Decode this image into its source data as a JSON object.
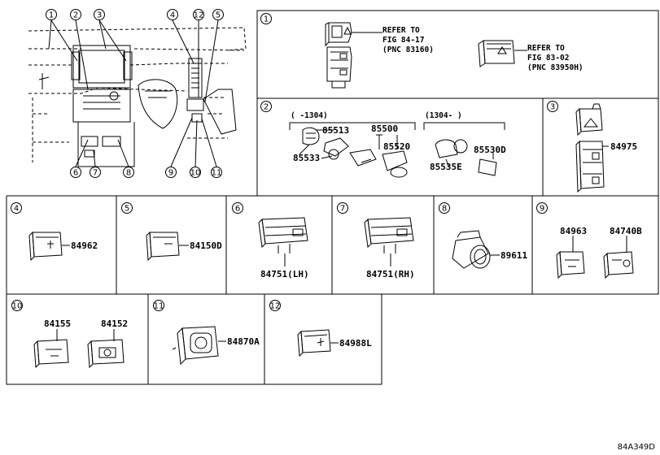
{
  "diagram_id": "84A349D",
  "overview_callouts": [
    "1",
    "2",
    "3",
    "4",
    "5",
    "6",
    "7",
    "8",
    "9",
    "10",
    "11",
    "12"
  ],
  "panels": {
    "p1": {
      "num": "1",
      "refs": [
        {
          "l1": "REFER TO",
          "l2": "FIG 84-17",
          "l3": "(PNC 83160)"
        },
        {
          "l1": "REFER TO",
          "l2": "FIG 83-02",
          "l3": "(PNC 83950H)"
        }
      ]
    },
    "p2": {
      "num": "2",
      "range_a": "(    -1304)",
      "range_b": "(1304-      )",
      "parts": [
        "85513",
        "85500",
        "85520",
        "85533",
        "85530D",
        "85535E"
      ]
    },
    "p3": {
      "num": "3",
      "parts": [
        "84975"
      ]
    },
    "p4": {
      "num": "4",
      "parts": [
        "84962"
      ]
    },
    "p5": {
      "num": "5",
      "parts": [
        "84150D"
      ]
    },
    "p6": {
      "num": "6",
      "parts": [
        "84751(LH)"
      ]
    },
    "p7": {
      "num": "7",
      "parts": [
        "84751(RH)"
      ]
    },
    "p8": {
      "num": "8",
      "parts": [
        "89611"
      ]
    },
    "p9": {
      "num": "9",
      "parts": [
        "84963",
        "84740B"
      ]
    },
    "p10": {
      "num": "10",
      "parts": [
        "84155",
        "84152"
      ]
    },
    "p11": {
      "num": "11",
      "parts": [
        "84870A"
      ]
    },
    "p12": {
      "num": "12",
      "parts": [
        "84988L"
      ]
    }
  }
}
